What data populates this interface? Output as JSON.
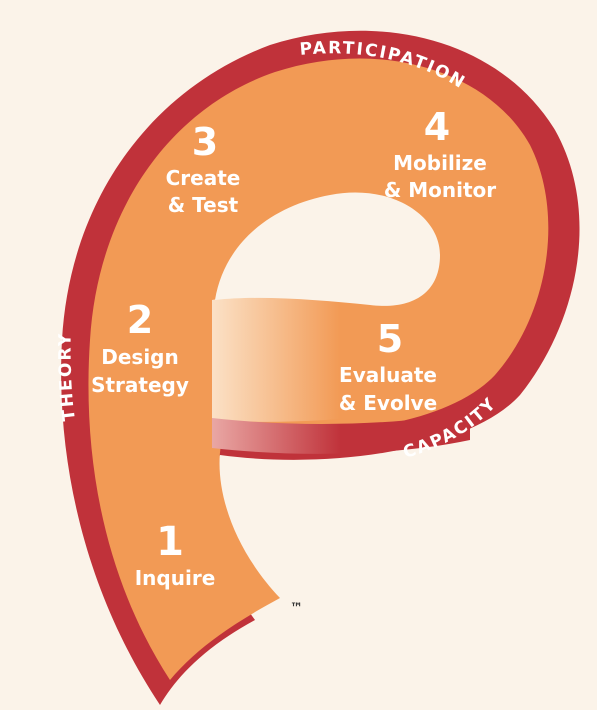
{
  "colors": {
    "background": "#fbf3e9",
    "rim": "#c0323a",
    "rim_dark": "#a5262d",
    "fill": "#f29a55",
    "fill_light": "#f7c79a",
    "text": "#ffffff"
  },
  "rim_labels": {
    "participation": "PARTICIPATION",
    "theory": "THEORY",
    "capacity": "CAPACITY"
  },
  "steps": [
    {
      "number": "1",
      "line1": "Inquire",
      "line2": ""
    },
    {
      "number": "2",
      "line1": "Design",
      "line2": "Strategy"
    },
    {
      "number": "3",
      "line1": "Create",
      "line2": "& Test"
    },
    {
      "number": "4",
      "line1": "Mobilize",
      "line2": "& Monitor"
    },
    {
      "number": "5",
      "line1": "Evaluate",
      "line2": "& Evolve"
    }
  ],
  "trademark": "™"
}
